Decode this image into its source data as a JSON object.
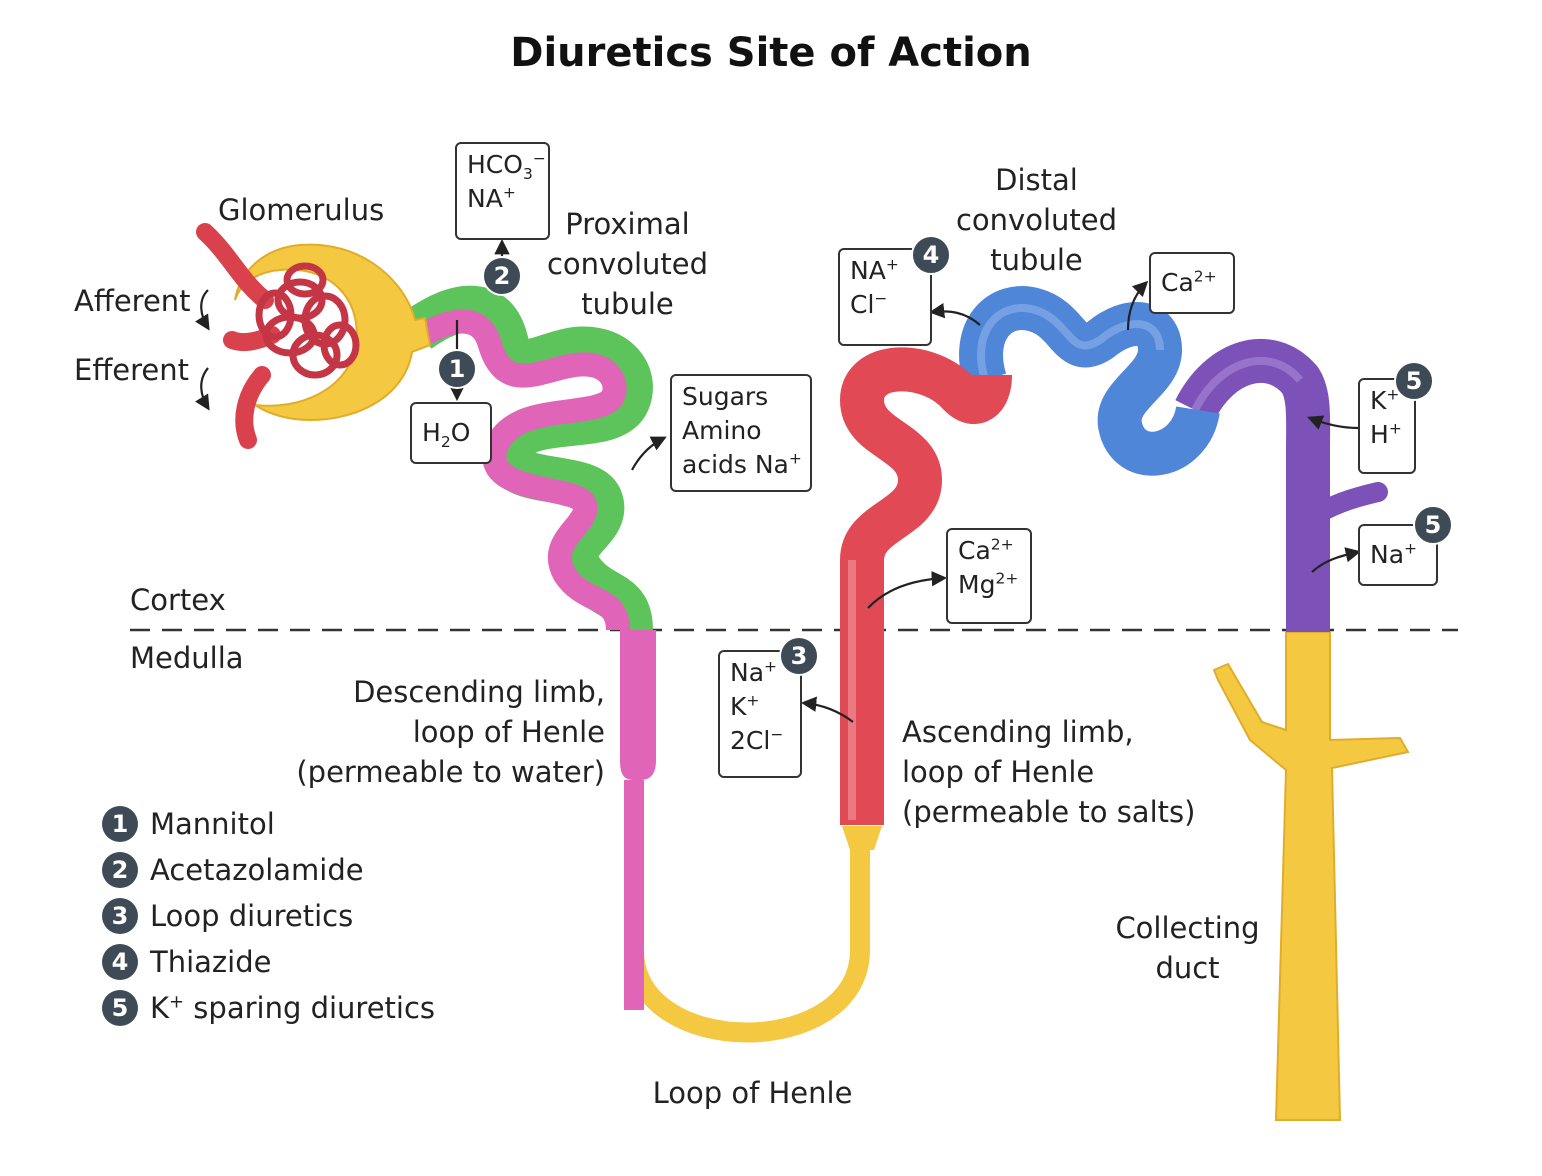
{
  "title": "Diuretics Site of Action",
  "labels": {
    "glomerulus": "Glomerulus",
    "afferent": "Afferent",
    "efferent": "Efferent",
    "proximal_1": "Proximal",
    "proximal_2": "convoluted",
    "proximal_3": "tubule",
    "distal_1": "Distal",
    "distal_2": "convoluted",
    "distal_3": "tubule",
    "cortex": "Cortex",
    "medulla": "Medulla",
    "descending_1": "Descending limb,",
    "descending_2": "loop of Henle",
    "descending_3": "(permeable to water)",
    "ascending_1": "Ascending limb,",
    "ascending_2": "loop of Henle",
    "ascending_3": "(permeable to salts)",
    "collecting_1": "Collecting",
    "collecting_2": "duct",
    "loop": "Loop of Henle"
  },
  "boxes": {
    "hco3": {
      "line1": "HCO",
      "line1_sub": "3",
      "line1_sup": "−",
      "line2": "NA",
      "line2_sup": "+"
    },
    "h2o": {
      "pre": "H",
      "sub": "2",
      "post": "O"
    },
    "sugars": {
      "line1": "Sugars",
      "line2": "Amino",
      "line3": "acids Na",
      "line3_sup": "+"
    },
    "na_cl_distal": {
      "line1": "NA",
      "line1_sup": "+",
      "line2": "Cl",
      "line2_sup": "−"
    },
    "ca_distal": {
      "text": "Ca",
      "sup": "2+"
    },
    "ca_mg": {
      "line1": "Ca",
      "line1_sup": "2+",
      "line2": "Mg",
      "line2_sup": "2+"
    },
    "nak2cl": {
      "line1": "Na",
      "line1_sup": "+",
      "line2": "K",
      "line2_sup": "+",
      "line3": "2Cl",
      "line3_sup": "−"
    },
    "kh": {
      "line1": "K",
      "line1_sup": "+",
      "line2": "H",
      "line2_sup": "+"
    },
    "na_collecting": {
      "text": "Na",
      "sup": "+"
    }
  },
  "badges": {
    "b1": "1",
    "b2": "2",
    "b3": "3",
    "b4": "4",
    "b5a": "5",
    "b5b": "5"
  },
  "legend": [
    {
      "num": "1",
      "text": "Mannitol"
    },
    {
      "num": "2",
      "text": "Acetazolamide"
    },
    {
      "num": "3",
      "text": "Loop diuretics"
    },
    {
      "num": "4",
      "text": "Thiazide"
    },
    {
      "num": "5",
      "text": "K",
      "sup": "+",
      "text_after": " sparing diuretics"
    }
  ],
  "colors": {
    "yellow": "#f5c842",
    "pink": "#e064b8",
    "green": "#5cc45a",
    "red": "#e14a55",
    "blue": "#4f86d8",
    "purple": "#7d52b8",
    "vessel": "#d9424c",
    "badge": "#3e4b57"
  }
}
